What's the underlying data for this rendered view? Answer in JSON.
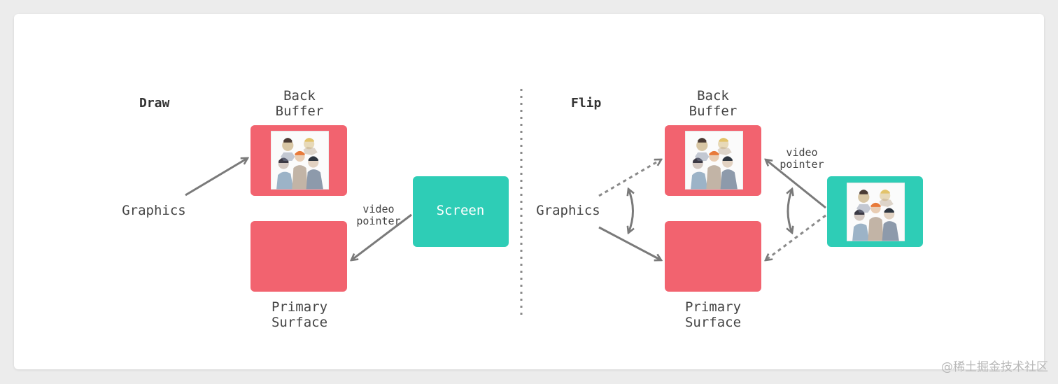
{
  "colors": {
    "buffer": "#f2636f",
    "screen": "#2ecdb6",
    "arrow": "#7a7a7a",
    "text": "#444444"
  },
  "left_panel": {
    "title": "Draw",
    "back_buffer": [
      "Back",
      "Buffer"
    ],
    "primary_surface": [
      "Primary",
      "Surface"
    ],
    "graphics": "Graphics",
    "screen": "Screen",
    "video_pointer": [
      "video",
      "pointer"
    ]
  },
  "right_panel": {
    "title": "Flip",
    "back_buffer": [
      "Back",
      "Buffer"
    ],
    "primary_surface": [
      "Primary",
      "Surface"
    ],
    "graphics": "Graphics",
    "video_pointer": [
      "video",
      "pointer"
    ]
  },
  "watermark": "@稀土掘金技术社区"
}
